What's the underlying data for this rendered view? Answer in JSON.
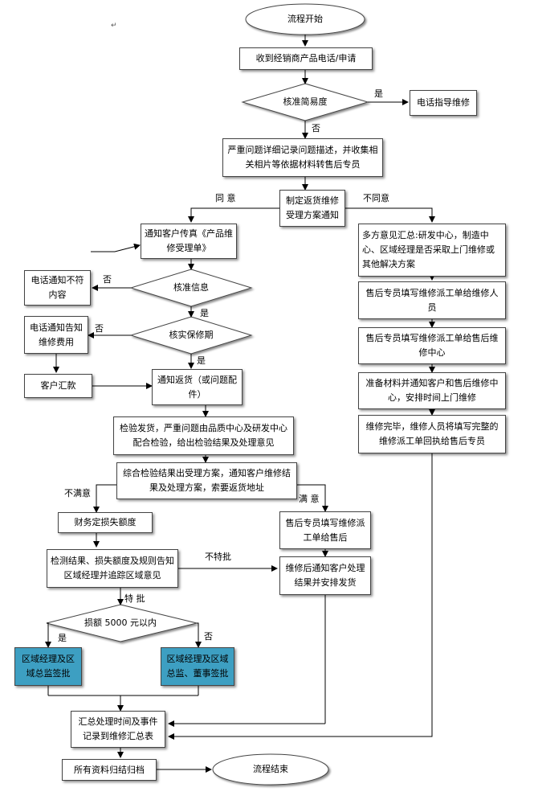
{
  "nodes": {
    "start": "流程开始",
    "receive": "收到经销商产品电话/申请",
    "decision_simple": "核准简易度",
    "phone_guide": "电话指导维修",
    "record": "严重问题详细记录问题描述，并收集相关相片等依据材料转售后专员",
    "plan": "制定返货维修受理方案通知",
    "notify_fax": "通知客户传真《产品维修受理单》",
    "decision_info": "核准信息",
    "phone_mismatch": "电话通知不符内容",
    "decision_warranty": "核实保修期",
    "phone_fee": "电话通知告知维修费用",
    "remit": "客户汇款",
    "notify_return": "通知返货（或问题配件）",
    "inspect": "检验发货，严重问题由品质中心及研发中心配合检验，给出检验结果及处理意见",
    "combine": "综合检验结果出受理方案，通知客户维修结果及处理方案，索要返货地址",
    "finance": "财务定损失额度",
    "aftersale_fill": "售后专员填写维修派工单给售后",
    "report": "检测结果、损失额度及规则告知区域经理并追踪区域意见",
    "after_repair": "维修后通知客户处理结果并安排发货",
    "decision_amount": "损额 5000 元以内",
    "approve_a": "区域经理及区域总监签批",
    "approve_b": "区域经理及区域总监、董事签批",
    "summary": "汇总处理时间及事件记录到维修汇总表",
    "archive": "所有资料归结归档",
    "end": "流程结束",
    "multi": "多方意见汇总:研发中心，制造中心、区域经理是否采取上门维修或其他解决方案",
    "r1": "售后专员填写维修派工单给维修人员",
    "r2": "售后专员填写维修派工单给售后维修中心",
    "r3": "准备材料并通知客户和售后维修中心，安排时间上门维修",
    "r4": "维修完毕，维修人员将填写完整的维修派工单回执给售后专员"
  },
  "labels": {
    "yes1": "是",
    "no1": "否",
    "agree": "同 意",
    "disagree": "不同意",
    "no_info": "否",
    "yes_info": "是",
    "no_warranty": "否",
    "yes_warranty": "是",
    "dissatisfied": "不满意",
    "satisfied": "满 意",
    "not_special": "不特批",
    "special": "特 批",
    "yes_amount": "是",
    "no_amount": "否"
  },
  "colors": {
    "approval_fill": "#3d9fc2",
    "line": "#000000"
  }
}
